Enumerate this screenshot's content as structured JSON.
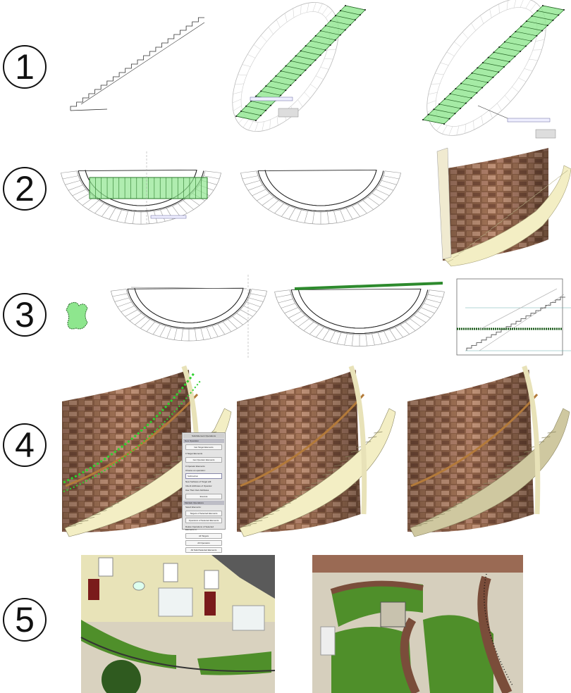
{
  "steps": [
    "1",
    "2",
    "3",
    "4",
    "5"
  ],
  "palette": {
    "title": "Solid Element Operations",
    "new_operation": "New Operation",
    "get_targets": "Get Target Elements",
    "targets": "0 Target Elements",
    "get_operators": "Get Operator Elements",
    "operators": "0 Operator Elements",
    "choose": "Choose an operation:",
    "operation": "Subtraction",
    "new_surfaces": "New Surfaces of Target will:",
    "opt_inherit": "Inherit Attributes of Operator",
    "opt_own": "Use Their Own Attributes",
    "execute": "Execute",
    "maintain": "Maintain Operations",
    "select": "Select Elements:",
    "sel_targets": "Targets of Selected Elements",
    "sel_operators": "Operators of Selected Elements",
    "delete": "Delete Operations of Selected Elements in:",
    "all_targets": "All Targets",
    "all_operators": "All Operators",
    "all_solid": "All Solid Selected Elements"
  },
  "colors": {
    "selection_green": "#8ee68e",
    "stone": "#9a6a4e",
    "stair": "#f3eec4",
    "grass": "#4f8f2a",
    "paving": "#d9d2bf"
  }
}
